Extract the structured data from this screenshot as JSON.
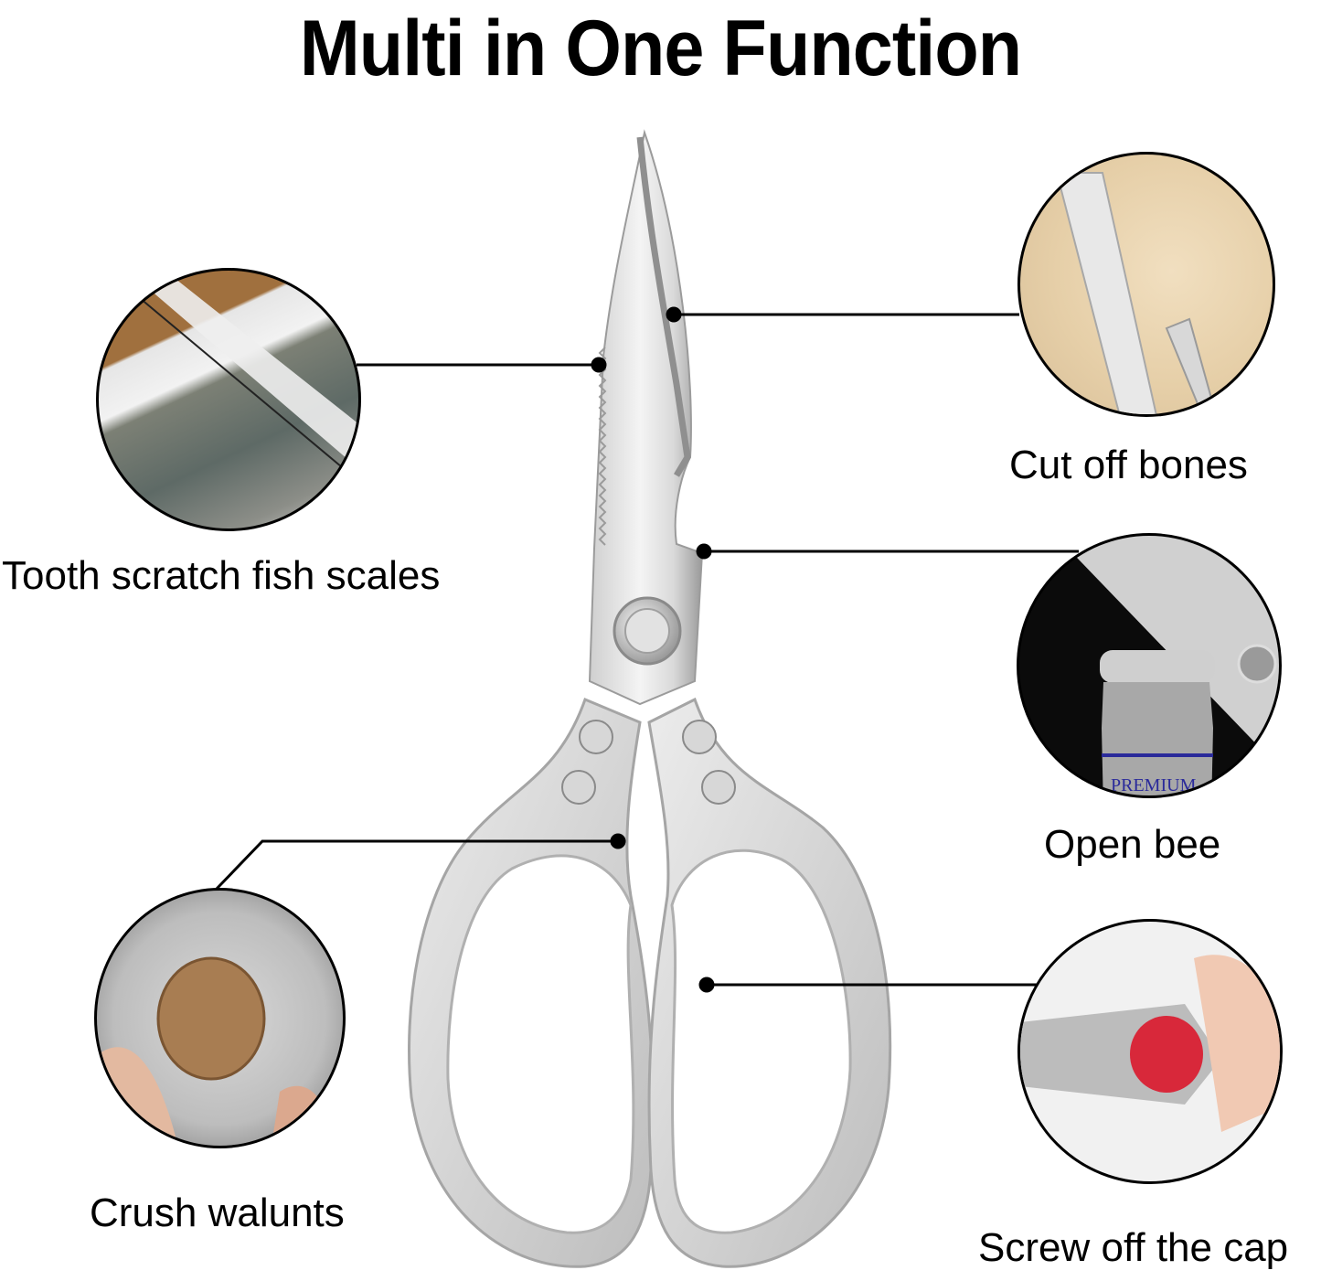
{
  "title": "Multi in One Function",
  "features": [
    {
      "id": "fish",
      "label": "Tooth scratch fish scales",
      "position": "left-top"
    },
    {
      "id": "bones",
      "label": "Cut off bones",
      "position": "right-top"
    },
    {
      "id": "bottle",
      "label": "Open bee",
      "position": "right-middle",
      "inset_text": "PREMIUM"
    },
    {
      "id": "walnut",
      "label": "Crush walunts",
      "position": "left-bottom"
    },
    {
      "id": "cap",
      "label": "Screw off the cap",
      "position": "right-bottom"
    }
  ],
  "colors": {
    "background": "#ffffff",
    "text": "#000000",
    "steel_light": "#e8e8e8",
    "steel_mid": "#c4c4c4",
    "steel_dark": "#8e8e8e",
    "cap_red": "#d8283a",
    "label_blue": "#2a2a9a"
  }
}
